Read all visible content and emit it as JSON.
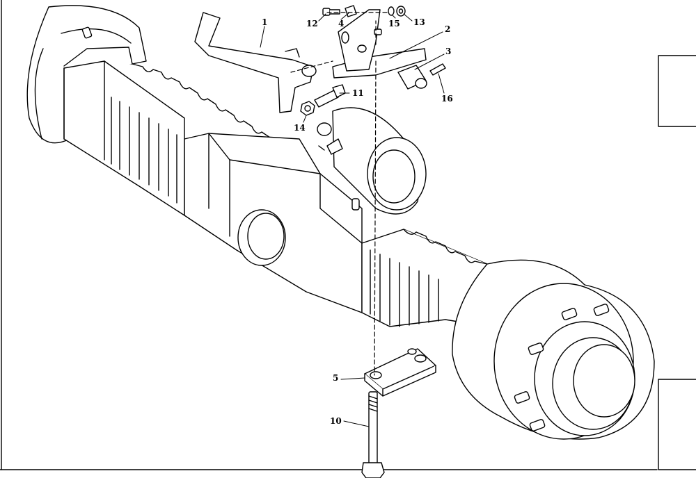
{
  "figure": {
    "background": "#ffffff",
    "ink": "#000000",
    "callouts": [
      {
        "id": "c1",
        "label": "1"
      },
      {
        "id": "c2",
        "label": "2"
      },
      {
        "id": "c3",
        "label": "3"
      },
      {
        "id": "c4",
        "label": "4"
      },
      {
        "id": "c5",
        "label": "5"
      },
      {
        "id": "c10",
        "label": "10"
      },
      {
        "id": "c11",
        "label": "11"
      },
      {
        "id": "c12",
        "label": "12"
      },
      {
        "id": "c13",
        "label": "13"
      },
      {
        "id": "c14",
        "label": "14"
      },
      {
        "id": "c15",
        "label": "15"
      },
      {
        "id": "c16",
        "label": "16"
      }
    ]
  }
}
